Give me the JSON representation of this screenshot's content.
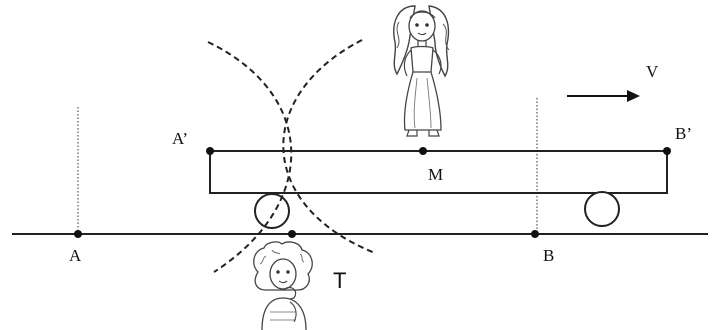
{
  "labels": {
    "A": "A",
    "B": "B",
    "A_prime": "A’",
    "B_prime": "B’",
    "M": "M",
    "T": "T",
    "V": "V"
  },
  "figures": {
    "observer_on_train": "girl-figure-icon",
    "observer_on_ground": "girl-figure-icon"
  }
}
